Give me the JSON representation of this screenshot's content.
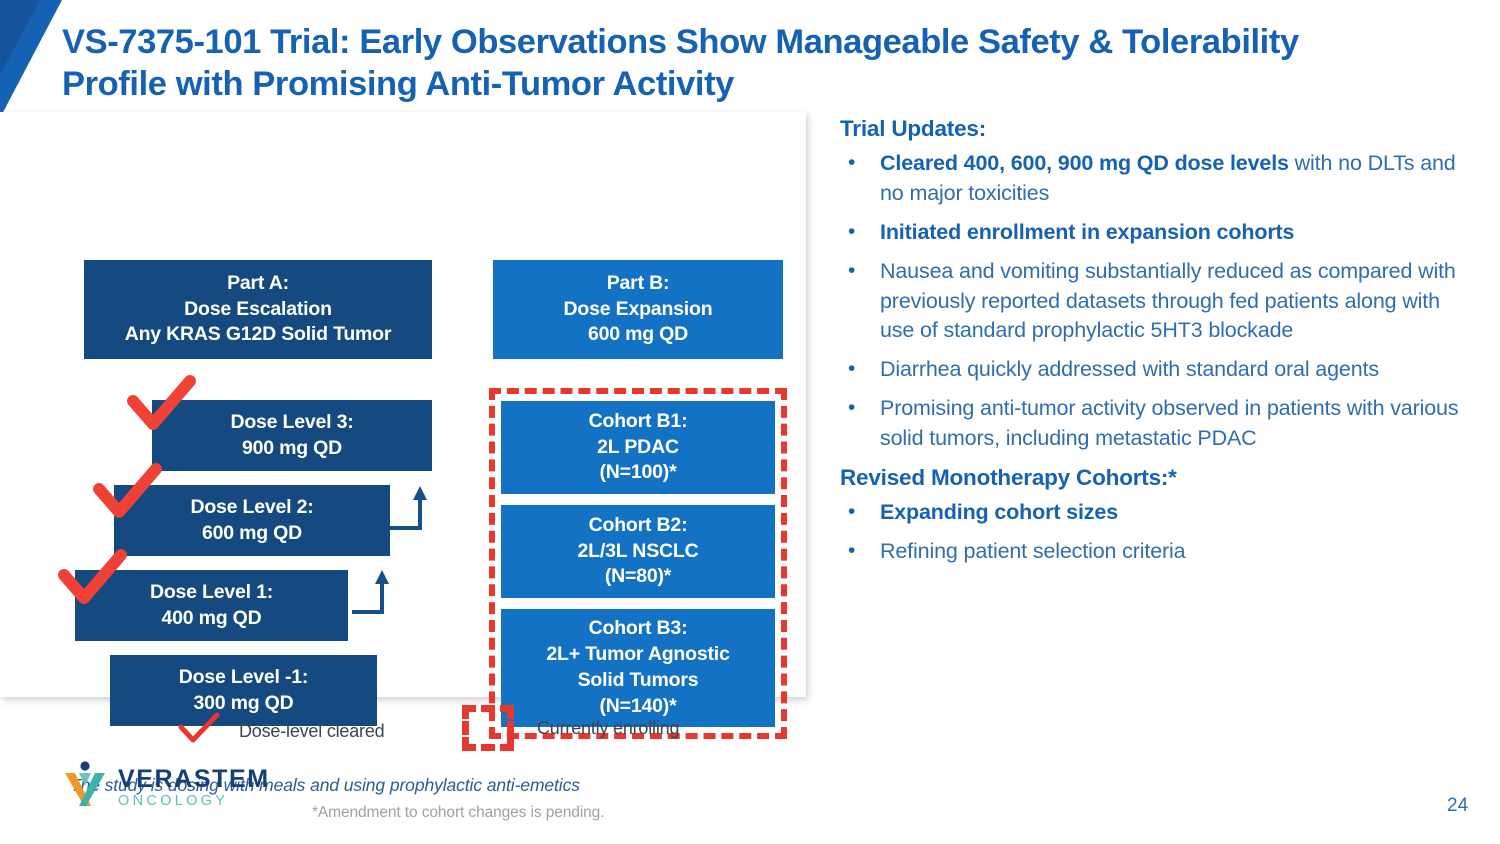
{
  "slide": {
    "title_line1": "VS-7375-101 Trial: Early Observations Show Manageable Safety & Tolerability",
    "title_line2": "Profile with Promising Anti-Tumor Activity",
    "page_number": "24",
    "footnote": "*Amendment to cohort changes is pending."
  },
  "colors": {
    "title_blue": "#1562b5",
    "navy_box": "#144a80",
    "brand_box": "#1472c4",
    "red_accent": "#e8382e",
    "body_blue": "#2e6eb0",
    "logo_navy": "#173f77",
    "logo_teal": "#5fbfb2",
    "footnote_gray": "#9aa2ab"
  },
  "diagram": {
    "part_a": {
      "lines": [
        "Part A:",
        "Dose Escalation",
        "Any KRAS G12D Solid Tumor"
      ]
    },
    "part_b": {
      "lines": [
        "Part B:",
        "Dose Expansion",
        "600 mg QD"
      ]
    },
    "dose_levels": [
      {
        "id": "dose-level-3",
        "lines": [
          "Dose Level 3:",
          "900 mg QD"
        ],
        "cleared": true
      },
      {
        "id": "dose-level-2",
        "lines": [
          "Dose Level 2:",
          "600 mg QD"
        ],
        "cleared": true
      },
      {
        "id": "dose-level-1",
        "lines": [
          "Dose Level 1:",
          "400 mg QD"
        ],
        "cleared": true
      },
      {
        "id": "dose-level-m1",
        "lines": [
          "Dose Level -1:",
          "300 mg QD"
        ],
        "cleared": false
      }
    ],
    "cohorts": [
      {
        "id": "cohort-b1",
        "lines": [
          "Cohort B1:",
          "2L PDAC",
          "(N=100)*"
        ]
      },
      {
        "id": "cohort-b2",
        "lines": [
          "Cohort B2:",
          "2L/3L NSCLC",
          "(N=80)*"
        ]
      },
      {
        "id": "cohort-b3",
        "lines": [
          "Cohort B3:",
          "2L+ Tumor Agnostic",
          "Solid Tumors",
          "(N=140)*"
        ]
      }
    ],
    "caption": "The study is dosing with meals and using prophylactic anti-emetics"
  },
  "legend": {
    "cleared_label": "Dose-level cleared",
    "enrolling_label": "Currently enrolling"
  },
  "right_column": {
    "trial_updates_heading": "Trial Updates:",
    "trial_updates": [
      {
        "bold": "Cleared 400, 600, 900 mg QD dose levels",
        "rest": " with no DLTs and no major toxicities"
      },
      {
        "bold": "Initiated enrollment in expansion cohorts",
        "rest": ""
      },
      {
        "bold": "",
        "rest": "Nausea and vomiting substantially reduced as compared with previously reported datasets through fed patients along with use of standard prophylactic 5HT3 blockade"
      },
      {
        "bold": "",
        "rest": "Diarrhea quickly addressed with standard oral agents"
      },
      {
        "bold": "",
        "rest": "Promising anti-tumor activity observed in patients with various solid tumors, including metastatic PDAC"
      }
    ],
    "revised_heading": "Revised Monotherapy Cohorts:*",
    "revised_items": [
      {
        "bold": "Expanding cohort sizes",
        "rest": ""
      },
      {
        "bold": "",
        "rest": "Refining patient selection criteria"
      }
    ]
  },
  "logo": {
    "name": "VERASTEM",
    "subtitle": "ONCOLOGY"
  }
}
